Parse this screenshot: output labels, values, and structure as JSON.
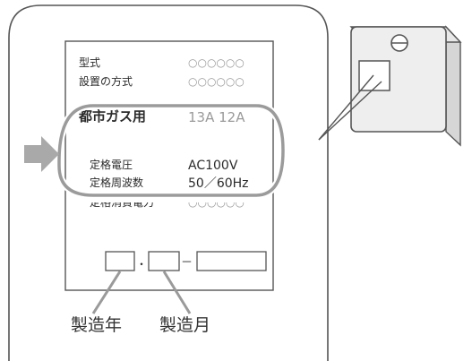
{
  "plate": {
    "model_label": "型式",
    "model_value": "○○○○○○",
    "install_label": "設置の方式",
    "install_value": "○○○○○○",
    "gas_label": "都市ガス用",
    "gas_values": "13A 12A",
    "voltage_label": "定格電圧",
    "voltage_value": "AC100V",
    "frequency_label": "定格周波数",
    "frequency_value": "50／60Hz",
    "power_label": "定格消費電力",
    "power_value": "○○○○○○",
    "date_dot": "・",
    "date_dash": "－"
  },
  "callouts": {
    "year": "製造年",
    "month": "製造月"
  },
  "colors": {
    "outline": "#555555",
    "arrow": "#a9a9a9",
    "highlight": "#9b9b9b",
    "device_body": "#eeeeee",
    "device_side": "#d6d6d6"
  }
}
